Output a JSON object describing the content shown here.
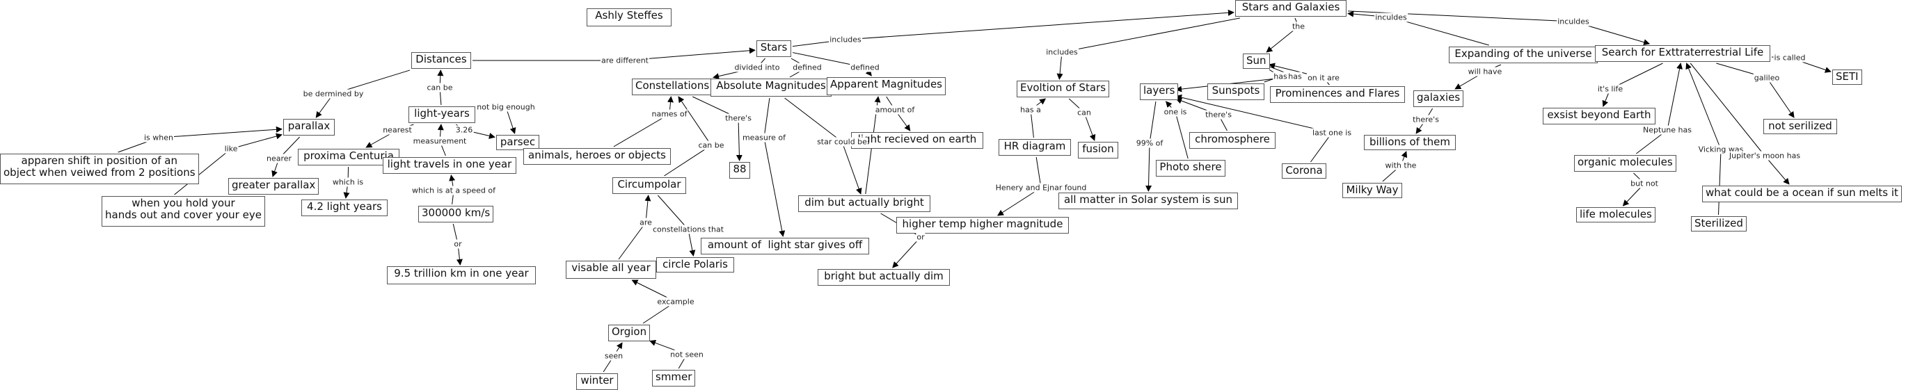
{
  "diagram": {
    "type": "concept-map",
    "author": "Ashly Steffes",
    "nodes": {
      "author": "Ashly Steffes",
      "stars_galaxies": "Stars and Galaxies",
      "stars": "Stars",
      "distances": "Distances",
      "constellations": "Constellations",
      "absolute": "Absolute Magnitudes",
      "apparent": "Apparent Magnitudes",
      "parallax": "parallax",
      "lightyears": "light-years",
      "parsec": "parsec",
      "shift": "apparen shift in position of an\nobject when veiwed from 2 positions",
      "hands": "when you hold your\nhands out and cover your eye",
      "greater_parallax": "greater parallax",
      "proxima": "proxima Centuria",
      "four_two": "4.2 light years",
      "light_travels": "light travels in one year",
      "speed": "300000 km/s",
      "trillion": "9.5 trillion km in one year",
      "animals": "animals, heroes or objects",
      "eighty_eight": "88",
      "circumpolar": "Circumpolar",
      "visable": "visable all year",
      "polaris": "circle Polaris",
      "orgion": "Orgion",
      "winter": "winter",
      "smmer": "smmer",
      "amount_light": "amount of  light star gives off",
      "light_recieved": "light recieved on earth",
      "dim_bright": "dim but actually bright",
      "bright_dim": "bright but actually dim",
      "evolution": "Evoltion of Stars",
      "hr": "HR diagram",
      "fusion": "fusion",
      "higher_temp": "higher temp higher magnitude",
      "sun": "Sun",
      "layers": "layers",
      "sunspots": "Sunspots",
      "prominences": "Prominences and Flares",
      "chromosphere": "chromosphere",
      "photosphere": "Photo shere",
      "corona": "Corona",
      "all_matter": "all matter in Solar system is sun",
      "expanding": "Expanding of the universe",
      "galaxies": "galaxies",
      "billions": "billions of them",
      "milky_way": "Milky Way",
      "search": "Search for Exttraterrestrial Life",
      "seti": "SETI",
      "exsist": "exsist beyond Earth",
      "not_serilized": "not serilized",
      "organic": "organic molecules",
      "life_molecules": "life molecules",
      "sterilized": "Sterilized",
      "ocean": "what could be a ocean if sun melts it"
    },
    "links": [
      {
        "from": "stars",
        "to": "stars_galaxies",
        "label": "includes"
      },
      {
        "from": "distances",
        "to": "stars",
        "label": "are different"
      },
      {
        "from": "stars",
        "to": "constellations",
        "label": "divided into"
      },
      {
        "from": "stars",
        "to": "absolute",
        "label": "defined"
      },
      {
        "from": "stars",
        "to": "apparent",
        "label": "defined"
      },
      {
        "from": "distances",
        "to": "parallax",
        "label": "be dermined by"
      },
      {
        "from": "lightyears",
        "to": "distances",
        "label": "can be"
      },
      {
        "from": "lightyears",
        "to": "parsec",
        "label": "not big enough"
      },
      {
        "from": "lightyears",
        "to": "parsec",
        "label": "3.26"
      },
      {
        "from": "shift",
        "to": "parallax",
        "label": "is when"
      },
      {
        "from": "hands",
        "to": "parallax",
        "label": "like"
      },
      {
        "from": "parallax",
        "to": "greater_parallax",
        "label": "nearer"
      },
      {
        "from": "lightyears",
        "to": "proxima",
        "label": "nearest"
      },
      {
        "from": "light_travels",
        "to": "lightyears",
        "label": "measurement"
      },
      {
        "from": "proxima",
        "to": "four_two",
        "label": "which is"
      },
      {
        "from": "speed",
        "to": "light_travels",
        "label": "which is at a speed of"
      },
      {
        "from": "speed",
        "to": "trillion",
        "label": "or"
      },
      {
        "from": "animals",
        "to": "constellations",
        "label": "names of"
      },
      {
        "from": "constellations",
        "to": "eighty_eight",
        "label": "there's"
      },
      {
        "from": "circumpolar",
        "to": "constellations",
        "label": "can be"
      },
      {
        "from": "visable",
        "to": "circumpolar",
        "label": "are"
      },
      {
        "from": "circumpolar",
        "to": "polaris",
        "label": "constellations that"
      },
      {
        "from": "orgion",
        "to": "visable",
        "label": "excample"
      },
      {
        "from": "winter",
        "to": "orgion",
        "label": "seen"
      },
      {
        "from": "smmer",
        "to": "orgion",
        "label": "not seen"
      },
      {
        "from": "absolute",
        "to": "amount_light",
        "label": "measure of"
      },
      {
        "from": "absolute",
        "to": "dim_bright",
        "label": "star could be"
      },
      {
        "from": "dim_bright",
        "to": "apparent",
        "label": ""
      },
      {
        "from": "apparent",
        "to": "light_recieved",
        "label": "amount of"
      },
      {
        "from": "dim_bright",
        "to": "bright_dim",
        "label": "or"
      },
      {
        "from": "stars_galaxies",
        "to": "evolution",
        "label": "includes"
      },
      {
        "from": "hr",
        "to": "evolution",
        "label": "has a"
      },
      {
        "from": "evolution",
        "to": "fusion",
        "label": "can"
      },
      {
        "from": "hr",
        "to": "higher_temp",
        "label": "Henery and Ejnar found"
      },
      {
        "from": "stars_galaxies",
        "to": "sun",
        "label": "the"
      },
      {
        "from": "sun",
        "to": "layers",
        "label": "has"
      },
      {
        "from": "sun",
        "to": "sunspots",
        "label": "has"
      },
      {
        "from": "prominences",
        "to": "sun",
        "label": "on it are"
      },
      {
        "from": "photosphere",
        "to": "layers",
        "label": "one is"
      },
      {
        "from": "chromosphere",
        "to": "layers",
        "label": "there's"
      },
      {
        "from": "corona",
        "to": "layers",
        "label": "last one is"
      },
      {
        "from": "layers",
        "to": "all_matter",
        "label": "99% of"
      },
      {
        "from": "expanding",
        "to": "stars_galaxies",
        "label": "inculdes"
      },
      {
        "from": "stars_galaxies",
        "to": "search",
        "label": "inculdes"
      },
      {
        "from": "expanding",
        "to": "galaxies",
        "label": "will have"
      },
      {
        "from": "galaxies",
        "to": "billions",
        "label": "there's"
      },
      {
        "from": "milky_way",
        "to": "billions",
        "label": "with the"
      },
      {
        "from": "search",
        "to": "seti",
        "label": "is called"
      },
      {
        "from": "search",
        "to": "exsist",
        "label": "it's life"
      },
      {
        "from": "search",
        "to": "not_serilized",
        "label": "galileo"
      },
      {
        "from": "organic",
        "to": "search",
        "label": "Neptune has"
      },
      {
        "from": "organic",
        "to": "life_molecules",
        "label": "but not"
      },
      {
        "from": "sterilized",
        "to": "search",
        "label": "Vicking was"
      },
      {
        "from": "search",
        "to": "ocean",
        "label": "Jupiter's moon has"
      }
    ]
  }
}
